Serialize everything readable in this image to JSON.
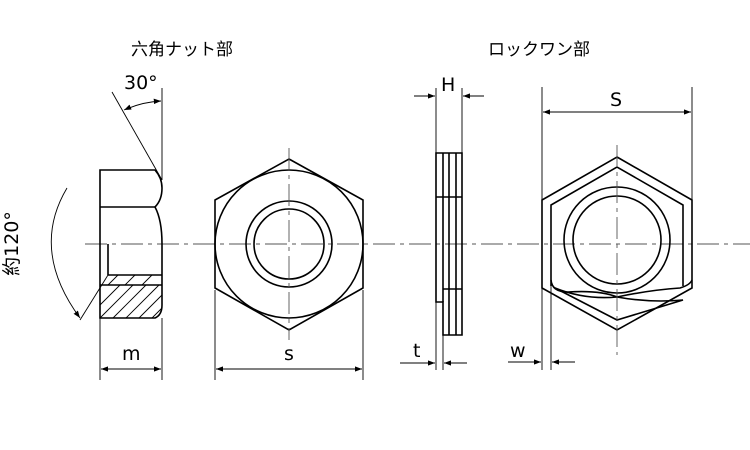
{
  "titles": {
    "hex_nut": "六角ナット部",
    "lock_washer": "ロックワン部"
  },
  "dimensions": {
    "angle_chamfer": "30°",
    "angle_approx": "約120°",
    "m": "m",
    "s": "s",
    "H": "H",
    "t": "t",
    "w": "w",
    "S": "S"
  }
}
